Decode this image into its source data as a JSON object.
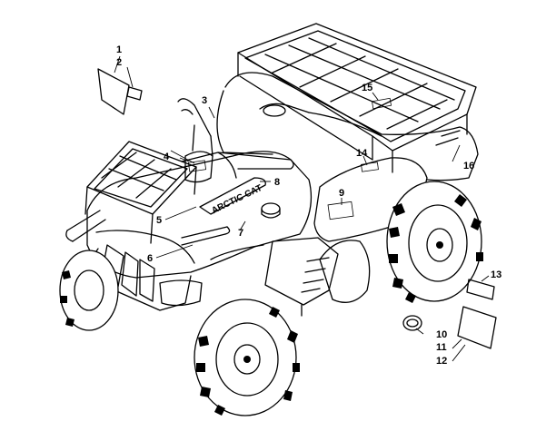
{
  "diagram": {
    "callouts": [
      {
        "id": "c1",
        "label": "1"
      },
      {
        "id": "c2",
        "label": "2"
      },
      {
        "id": "c3",
        "label": "3"
      },
      {
        "id": "c4",
        "label": "4"
      },
      {
        "id": "c5",
        "label": "5"
      },
      {
        "id": "c6",
        "label": "6"
      },
      {
        "id": "c7",
        "label": "7"
      },
      {
        "id": "c8",
        "label": "8"
      },
      {
        "id": "c9",
        "label": "9"
      },
      {
        "id": "c10",
        "label": "10"
      },
      {
        "id": "c11",
        "label": "11"
      },
      {
        "id": "c12",
        "label": "12"
      },
      {
        "id": "c13",
        "label": "13"
      },
      {
        "id": "c14",
        "label": "14"
      },
      {
        "id": "c15",
        "label": "15"
      },
      {
        "id": "c16",
        "label": "16"
      }
    ],
    "decal_text": "ARCTIC CAT"
  }
}
